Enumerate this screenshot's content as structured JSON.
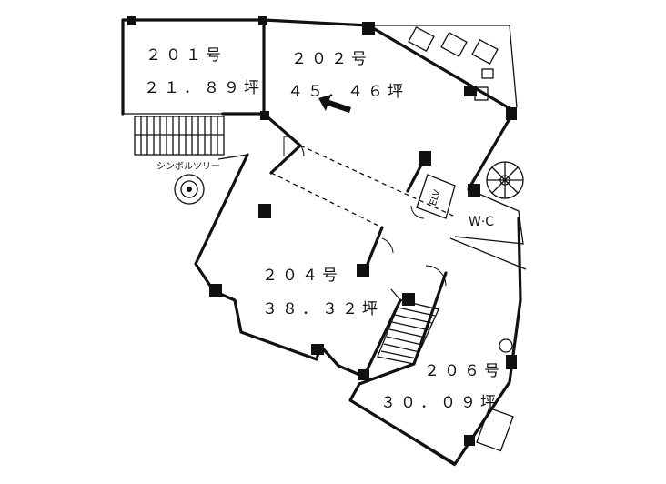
{
  "rooms": [
    {
      "number": "２０１号",
      "area": "２１．８９坪"
    },
    {
      "number": "２０２号",
      "area": "４５．４６坪"
    },
    {
      "number": "２０４号",
      "area": "３８．３２坪"
    },
    {
      "number": "２０６号",
      "area": "３０．０９坪"
    }
  ],
  "labels": {
    "symbol_tree": "シンボルツリー",
    "elevator": "ELV",
    "restroom": "W·C"
  },
  "colors": {
    "ink": "#111111",
    "paper": "#ffffff"
  }
}
